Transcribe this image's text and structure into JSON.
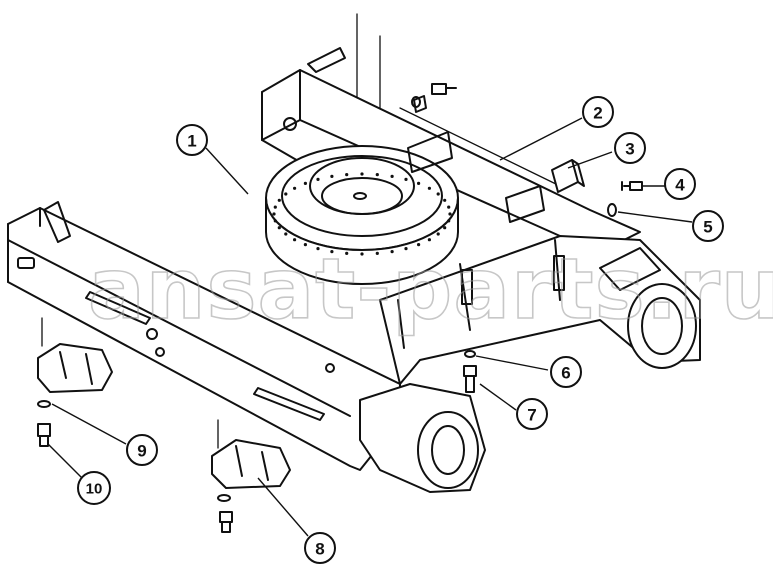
{
  "diagram": {
    "watermark": "ansat-parts.ru",
    "corner_mark": "",
    "callouts": [
      {
        "n": "1"
      },
      {
        "n": "2"
      },
      {
        "n": "3"
      },
      {
        "n": "4"
      },
      {
        "n": "5"
      },
      {
        "n": "6"
      },
      {
        "n": "7"
      },
      {
        "n": "8"
      },
      {
        "n": "9"
      },
      {
        "n": "10"
      }
    ]
  }
}
